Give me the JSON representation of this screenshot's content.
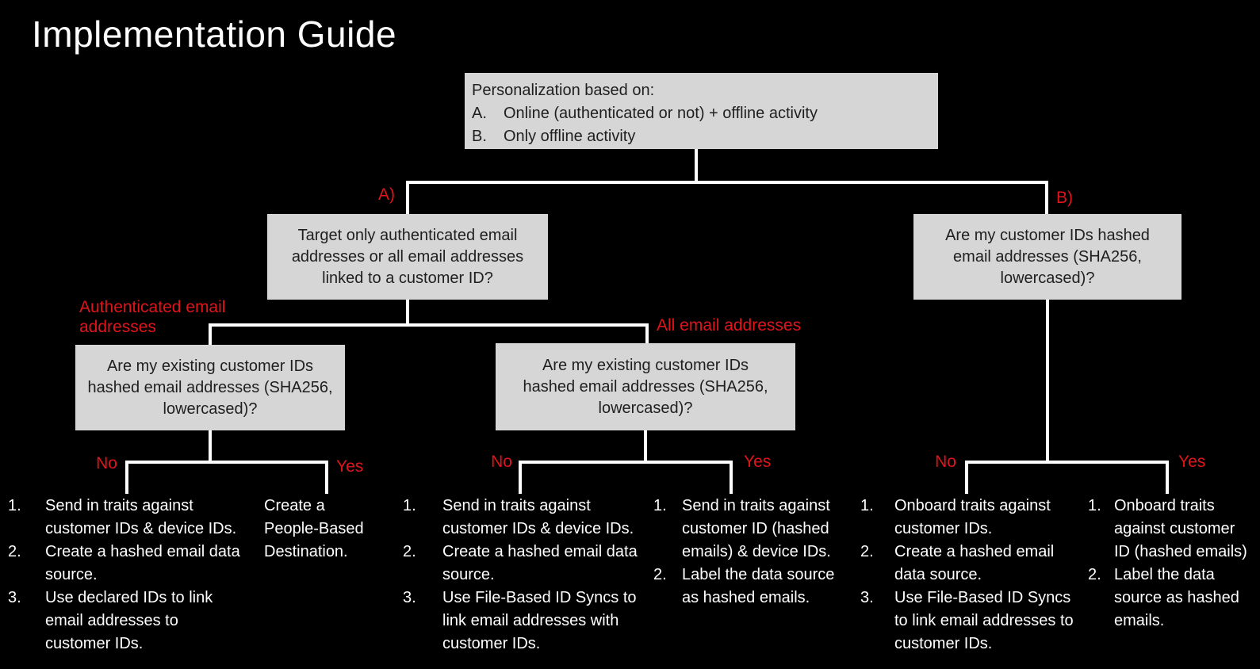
{
  "title": "Implementation Guide",
  "colors": {
    "background": "#000000",
    "box_fill": "#d6d6d6",
    "box_text": "#1f1f1f",
    "connector_line": "#ffffff",
    "body_text": "#ffffff",
    "accent_red": "#e0141b"
  },
  "root": {
    "heading": "Personalization based on:",
    "options": [
      {
        "n": "A.",
        "t": "Online (authenticated or not) + offline activity"
      },
      {
        "n": "B.",
        "t": "Only offline activity"
      }
    ]
  },
  "branches": {
    "a": {
      "tag": "A)",
      "question": "Target only authenticated email addresses or all email addresses linked to a customer ID?",
      "authenticated": {
        "edge_label": "Authenticated email addresses",
        "question": "Are my existing customer IDs hashed email addresses (SHA256, lowercased)?",
        "no": {
          "label": "No",
          "steps": [
            {
              "n": "1.",
              "t": "Send in traits against customer IDs & device IDs."
            },
            {
              "n": "2.",
              "t": "Create a hashed email data source."
            },
            {
              "n": "3.",
              "t": "Use declared IDs to link email addresses to customer IDs."
            }
          ]
        },
        "yes": {
          "label": "Yes",
          "note": "Create a People-Based Destination."
        }
      },
      "all": {
        "edge_label": "All email addresses",
        "question": "Are my existing customer IDs hashed email addresses (SHA256, lowercased)?",
        "no": {
          "label": "No",
          "steps": [
            {
              "n": "1.",
              "t": "Send in traits against customer IDs & device IDs."
            },
            {
              "n": "2.",
              "t": "Create a hashed email data source."
            },
            {
              "n": "3.",
              "t": "Use File-Based ID Syncs to link email addresses with customer IDs."
            }
          ]
        },
        "yes": {
          "label": "Yes",
          "steps": [
            {
              "n": "1.",
              "t": "Send in traits against customer ID (hashed emails) & device IDs."
            },
            {
              "n": "2.",
              "t": "Label the data source as hashed emails."
            }
          ]
        }
      }
    },
    "b": {
      "tag": "B)",
      "question": "Are my customer IDs hashed email addresses (SHA256, lowercased)?",
      "no": {
        "label": "No",
        "steps": [
          {
            "n": "1.",
            "t": "Onboard traits against customer IDs."
          },
          {
            "n": "2.",
            "t": "Create a hashed email data source."
          },
          {
            "n": "3.",
            "t": "Use File-Based ID Syncs to link email addresses to customer IDs."
          }
        ]
      },
      "yes": {
        "label": "Yes",
        "steps": [
          {
            "n": "1.",
            "t": "Onboard traits against customer ID (hashed emails)"
          },
          {
            "n": "2.",
            "t": "Label the data source as hashed emails."
          }
        ]
      }
    }
  }
}
